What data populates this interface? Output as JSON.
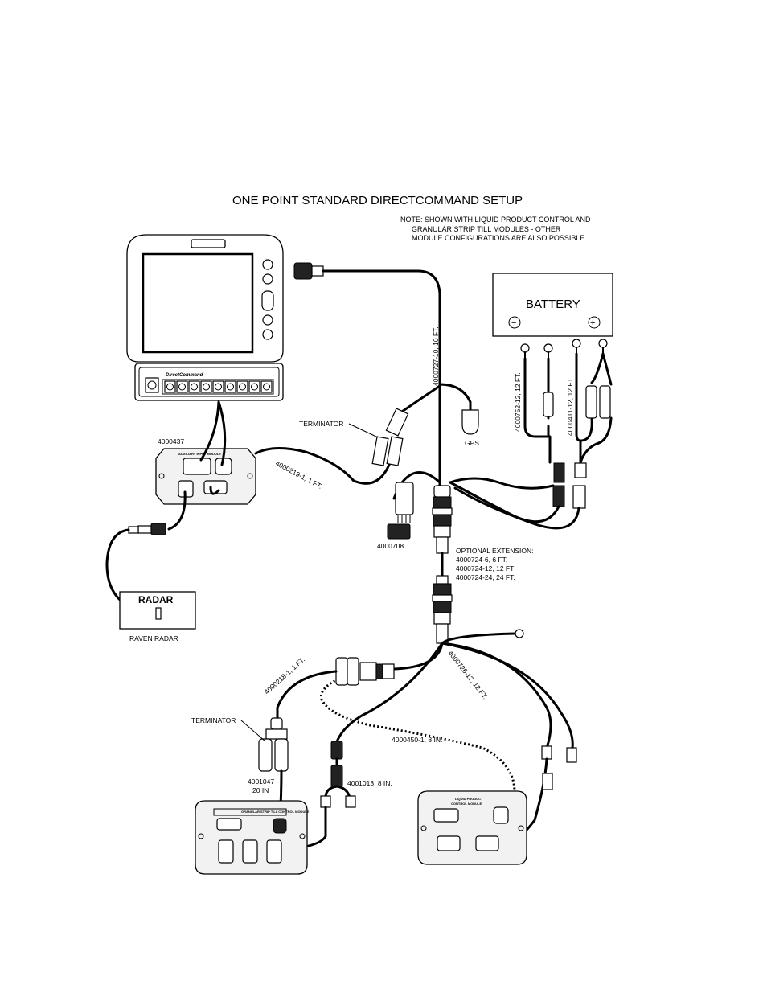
{
  "title": "ONE POINT STANDARD DIRECTCOMMAND SETUP",
  "note": [
    "NOTE: SHOWN WITH LIQUID PRODUCT CONTROL AND",
    "GRANULAR STRIP TILL MODULES - OTHER",
    "MODULE CONFIGURATIONS ARE ALSO POSSIBLE"
  ],
  "console": {
    "brand": "DirectCommand"
  },
  "battery": {
    "label": "BATTERY",
    "minus": "−",
    "plus": "+"
  },
  "labels": {
    "cable_main": "4000727-10, 10 FT.",
    "cable_neg": "4000752-12, 12 FT.",
    "cable_pos": "4000411-12, 12 FT.",
    "terminator_1": "TERMINATOR",
    "terminator_2": "TERMINATOR",
    "gps": "GPS",
    "aux_module": "4000437",
    "cable_aux": "4000219-1, 1 FT.",
    "cable_708": "4000708",
    "radar_box": "RADAR",
    "radar_caption": "RAVEN RADAR",
    "cable_218": "4000218-1, 1 FT.",
    "cable_726": "4000726-12, 12 FT.",
    "cable_450": "4000450-1, 8 IN.",
    "cable_1013": "4001013, 8 IN.",
    "cable_1047": "4001047",
    "cable_1047_len": "20 IN"
  },
  "extension": [
    "OPTIONAL EXTENSION:",
    "4000724-6, 6 FT.",
    "4000724-12, 12 FT",
    "4000724-24, 24 FT."
  ],
  "modules": {
    "aux": "AUXILIARY INPUT MODULE",
    "granular": "GRANULAR STRIP TILL CONTROL MODULE",
    "liquid_1": "LIQUID PRODUCT",
    "liquid_2": "CONTROL MODULE"
  }
}
